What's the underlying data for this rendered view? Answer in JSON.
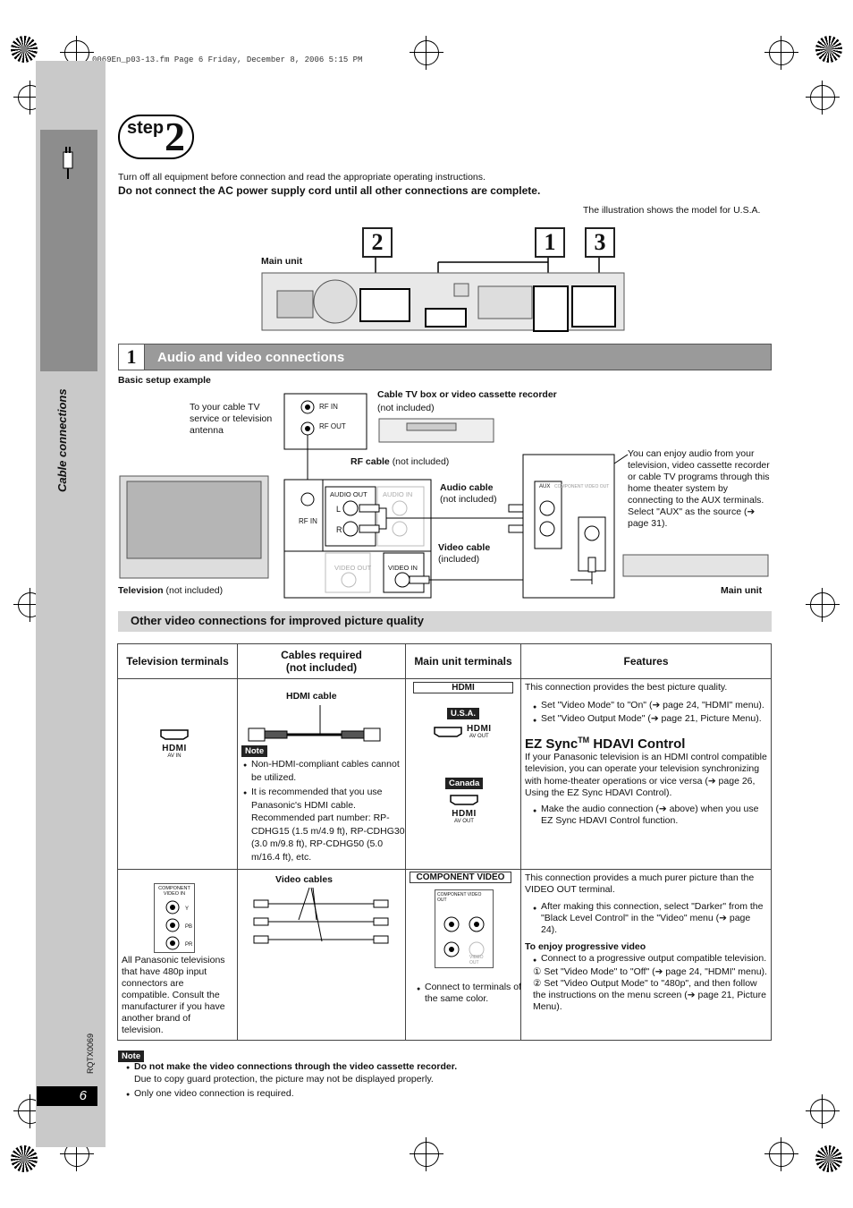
{
  "header_line": "0069En_p03-13.fm  Page 6  Friday, December 8, 2006  5:15 PM",
  "sidebar": {
    "title": "Cable connections",
    "page_number": "6",
    "code": "RQTX0069"
  },
  "step": {
    "word": "step",
    "num": "2"
  },
  "intro": {
    "line1": "Turn off all equipment before connection and read the appropriate operating instructions.",
    "line2": "Do not connect the AC power supply cord until all other connections are complete.",
    "illus_note": "The illustration shows the model for U.S.A."
  },
  "overview": {
    "main_unit": "Main unit",
    "boxes": [
      "2",
      "1",
      "3"
    ]
  },
  "section1": {
    "num": "1",
    "title": "Audio and video connections"
  },
  "diagram": {
    "basic_setup": "Basic setup example",
    "antenna_text": "To your cable TV service or television antenna",
    "rf_in": "RF IN",
    "rf_out": "RF OUT",
    "cable_box_title": "Cable TV box or video cassette recorder",
    "not_included": "(not included)",
    "rf_cable": "RF cable",
    "rf_cable_note": "(not included)",
    "audio_out": "AUDIO OUT",
    "audio_in": "AUDIO IN",
    "video_out": "VIDEO OUT",
    "video_in": "VIDEO IN",
    "l": "L",
    "r": "R",
    "audio_cable": "Audio cable",
    "audio_cable_note": "(not included)",
    "video_cable": "Video cable",
    "video_cable_note": "(included)",
    "aux_text": "You can enjoy audio from your television, video cassette recorder or cable TV programs through this home theater system by connecting to the AUX terminals. Select \"AUX\" as the source (➔ page 31).",
    "television": "Television",
    "television_note": "(not included)",
    "main_unit": "Main unit",
    "aux": "AUX",
    "component_video_out": "COMPONENT VIDEO OUT"
  },
  "other": {
    "title": "Other video connections for improved picture quality",
    "headers": [
      "Television terminals",
      "Cables required\n(not included)",
      "Main unit terminals",
      "Features"
    ],
    "row1": {
      "tv_terminal": "AV IN",
      "cable_label": "HDMI cable",
      "note_tag": "Note",
      "notes": [
        "Non-HDMI-compliant cables cannot be utilized.",
        "It is recommended that you use Panasonic's HDMI cable. Recommended part number: RP-CDHG15 (1.5 m/4.9 ft), RP-CDHG30 (3.0 m/9.8 ft), RP-CDHG50 (5.0 m/16.4 ft), etc."
      ],
      "main_label": "HDMI",
      "usa": "U.S.A.",
      "canada": "Canada",
      "av_out": "AV OUT",
      "hdmi_logo": "HDMI",
      "feature_intro": "This connection provides the best picture quality.",
      "feature_bullets": [
        "Set \"Video Mode\" to \"On\" (➔ page 24, \"HDMI\" menu).",
        "Set \"Video Output Mode\" (➔ page 21, Picture Menu)."
      ],
      "ez_title": "EZ Sync",
      "ez_tm": "TM",
      "ez_title2": " HDAVI Control",
      "ez_text": "If your Panasonic television is an HDMI control compatible television, you can operate your television synchronizing with home-theater operations or vice versa (➔ page 26, Using the EZ Sync HDAVI Control).",
      "ez_bullet": "Make the audio connection (➔ above) when you use EZ Sync HDAVI Control function."
    },
    "row2": {
      "tv_label": "COMPONENT VIDEO IN",
      "y": "Y",
      "pb": "PB",
      "pr": "PR",
      "tv_text": "All Panasonic televisions that have 480p input connectors are compatible. Consult the manufacturer if you have another brand of television.",
      "cable_label": "Video cables",
      "main_label": "COMPONENT VIDEO",
      "main_sub": "COMPONENT VIDEO OUT",
      "video_out": "VIDEO OUT",
      "main_bullet": "Connect to terminals of the same color.",
      "feature_intro": "This connection provides a much purer picture than the VIDEO OUT terminal.",
      "feature_bullet": "After making this connection, select \"Darker\" from the \"Black Level Control\" in the \"Video\" menu (➔ page 24).",
      "progressive_title": "To enjoy progressive video",
      "progressive_bullet": "Connect to a progressive output compatible television.",
      "step1": "① Set \"Video Mode\" to \"Off\" (➔ page 24, \"HDMI\" menu).",
      "step2": "② Set \"Video Output Mode\" to \"480p\", and then follow the instructions on the menu screen (➔ page 21, Picture Menu)."
    }
  },
  "bottom_note": {
    "tag": "Note",
    "line1": "Do not make the video connections through the video cassette recorder.",
    "line1b": "Due to copy guard protection, the picture may not be displayed properly.",
    "line2": "Only one video connection is required."
  }
}
